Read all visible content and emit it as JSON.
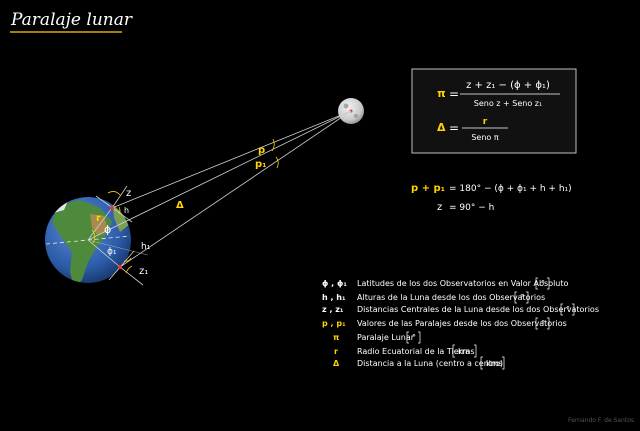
{
  "title": "Paralaje lunar",
  "colors": {
    "background": "#000000",
    "accent": "#ffd200",
    "text": "#ffffff",
    "box_border": "#bfbfbf"
  },
  "formula_box": {
    "pi_symbol": "π",
    "eq": "=",
    "num1": "z + z₁ − (ϕ + ϕ₁)",
    "den1": "Seno z  +  Seno z₁",
    "delta_symbol": "Δ",
    "num2": "r",
    "den2": "Seno π"
  },
  "equations": {
    "line1_lhs": "p + p₁",
    "line1_rhs": "= 180° − (ϕ + ϕ₁ + h + h₁)",
    "line2_lhs": "z",
    "line2_rhs": "= 90° − h"
  },
  "diagram_labels": {
    "z": "z",
    "z1": "z₁",
    "h": "h",
    "h1": "h₁",
    "phi": "ϕ",
    "phi1": "ϕ₁",
    "r": "r",
    "p": "p",
    "p1": "p₁",
    "delta": "Δ"
  },
  "legend": [
    {
      "symbol": "ϕ , ϕ₁",
      "text": "Latitudes de los dos Observatorios en Valor Absoluto",
      "unit": "°"
    },
    {
      "symbol": "h , h₁",
      "text": "Alturas de la Luna desde los dos Observatorios",
      "unit": "°"
    },
    {
      "symbol": "z , z₁",
      "text": "Distancias Centrales de la Luna desde los dos Observatorios",
      "unit": "°"
    },
    {
      "symbol": "p , p₁",
      "text": "Valores de las Paralajes desde los dos Observatorios",
      "unit": "°"
    },
    {
      "symbol": "π",
      "text": "Paralaje Lunar",
      "unit": "°"
    },
    {
      "symbol": "r",
      "text": "Radio Ecuatorial de la Tierra",
      "unit": "kms"
    },
    {
      "symbol": "Δ",
      "text": "Distancia a la Luna (centro a centro)",
      "unit": "kms"
    }
  ],
  "credit": "Fernando F. de Santos"
}
